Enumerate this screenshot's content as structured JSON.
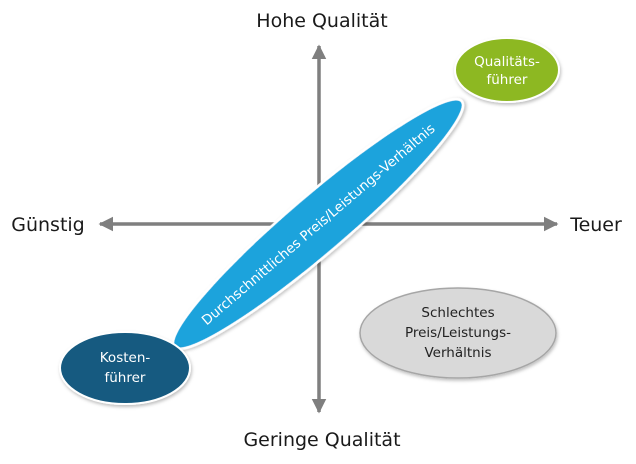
{
  "axes": {
    "top_label": "Hohe Qualität",
    "bottom_label": "Geringe Qualität",
    "left_label": "Günstig",
    "right_label": "Teuer"
  },
  "bubbles": {
    "quality_leader": {
      "line1": "Qualitäts-",
      "line2": "führer"
    },
    "cost_leader": {
      "line1": "Kosten-",
      "line2": "führer"
    },
    "bad_value": {
      "line1": "Schlechtes",
      "line2": "Preis/Leistungs-",
      "line3": "Verhältnis"
    },
    "average_value": {
      "label": "Durchschnittliches Preis/Leistungs-Verhältnis"
    }
  },
  "colors": {
    "axis": "#7f7f7f",
    "quality_leader": "#8db824",
    "cost_leader": "#125a80",
    "bad_value_fill": "#d9d9d9",
    "bad_value_stroke": "#a6a6a6",
    "average_value": "#1aa3dc"
  }
}
